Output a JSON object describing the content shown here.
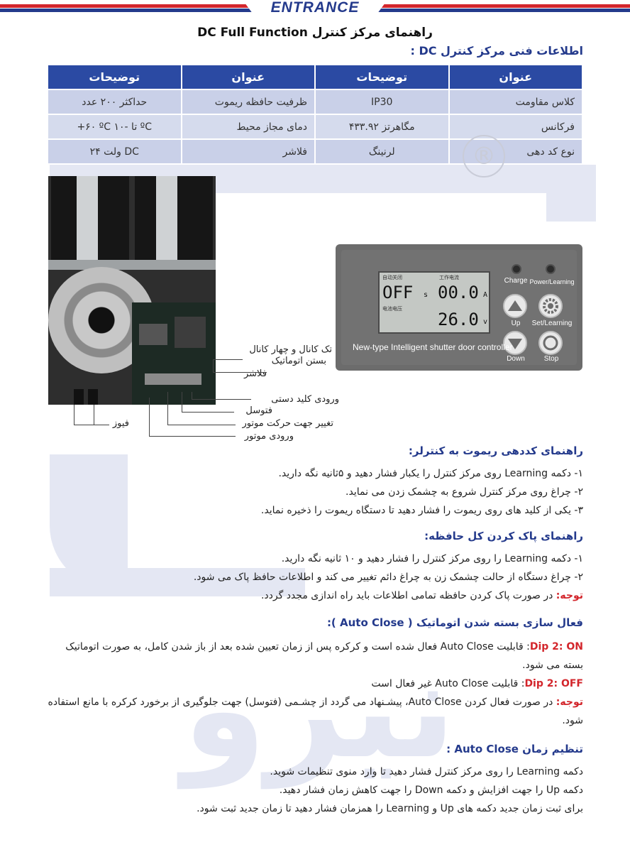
{
  "header": {
    "banner": "ENTRANCE"
  },
  "document": {
    "title": "راهنمای مرکز کنترل DC Full Function",
    "spec_section_title": "اطلاعات فنی مرکز کنترل DC :"
  },
  "spec_table": {
    "headers": [
      "عنوان",
      "توضیحات",
      "عنوان",
      "توضیحات"
    ],
    "rows": [
      [
        "کلاس مقاومت",
        "IP30",
        "ظرفیت حافظه ریموت",
        "حداکثر ۲۰۰ عدد"
      ],
      [
        "فرکانس",
        "۴۳۳.۹۲ مگاهرتز",
        "دمای مجاز محیط",
        "+۶۰ ºC تا -۱۰ ºC"
      ],
      [
        "نوع کد دهی",
        "لرنینگ",
        "فلاشر",
        "۲۴ ولت DC"
      ]
    ]
  },
  "watermark": {
    "reg_mark": "®"
  },
  "controller": {
    "lcd_top_left_label": "自动关闭",
    "lcd_top_right_label": "工作电流",
    "lcd_bottom_label": "电池电压",
    "lcd_top_left": "OFF",
    "lcd_top_left_unit": "s",
    "lcd_top_right": "00.0",
    "lcd_top_right_unit": "A",
    "lcd_bottom": "26.0",
    "lcd_bottom_unit": "v",
    "charge_label": "Charge",
    "power_label": "Power/Learning",
    "up_label": "Up",
    "set_label": "Set/Learning",
    "down_label": "Down",
    "stop_label": "Stop",
    "model_text": "New-type Intelligent shutter door controller"
  },
  "callouts": {
    "channels": "تک کانال و چهار کانال",
    "auto_close": "بستن اتوماتیک",
    "flasher": "فلاشر",
    "manual_key": "ورودی کلید دستی",
    "photocell": "فتوسل",
    "direction": "تغییر جهت حرکت موتور",
    "motor_input": "ورودی موتور",
    "fuse": "فیوز"
  },
  "remote_guide": {
    "title": "راهنمای کددهی ریموت به کنترلر:",
    "steps": [
      "۱- دکمه Learning روی مرکز کنترل را یکبار فشار دهید و ۵ثانیه نگه دارید.",
      "۲- چراغ روی مرکز کنترل شروع به چشمک زدن می نماید.",
      "۳- یکی از کلید های روی ریموت را فشار دهید تا دستگاه ریموت را ذخیره نماید."
    ]
  },
  "memory_clear": {
    "title": "راهنمای پاک کردن کل حافظه:",
    "steps": [
      "۱- دکمه Learning را روی مرکز کنترل را فشار دهید و ۱۰ ثانیه نگه دارید.",
      "۲- چراغ دستگاه از حالت چشمک زن به چراغ دائم تغییر می کند و اطلاعات حافظ پاک می شود."
    ],
    "note_label": "توجه:",
    "note_text": " در صورت پاک کردن حافظه تمامی اطلاعات باید راه اندازی مجدد گردد."
  },
  "auto_close": {
    "title": "فعال سازی بسته شدن اتوماتیک ( Auto Close ):",
    "on_label": "Dip 2: ON",
    "on_text": ": قابلیت Auto Close فعال شده است و کرکره پس از زمان تعیین شده بعد از باز شدن کامل، به صورت اتوماتیک بسته می شود.",
    "off_label": "Dip 2: OFF",
    "off_text": ": قابلیت Auto Close غیر فعال است",
    "note_label": "توجه:",
    "note_text": " در صورت فعال کردن Auto Close، پیشـنهاد می گردد از چشـمی (فتوسل) جهت جلوگیری از برخورد کرکره با مانع استفاده شود."
  },
  "time_setting": {
    "title": "تنظیم زمان Auto Close :",
    "lines": [
      "دکمه Learning را روی مرکز کنترل فشار دهید تا وارد منوی تنظیمات شوید.",
      "دکمه Up را جهت افزایش و دکمه Down را جهت کاهش زمان فشار دهید.",
      "برای ثبت زمان جدید دکمه های Up و Learning را همزمان فشار دهید تا زمان جدید ثبت شود."
    ]
  },
  "watermark_text": "نیرو"
}
